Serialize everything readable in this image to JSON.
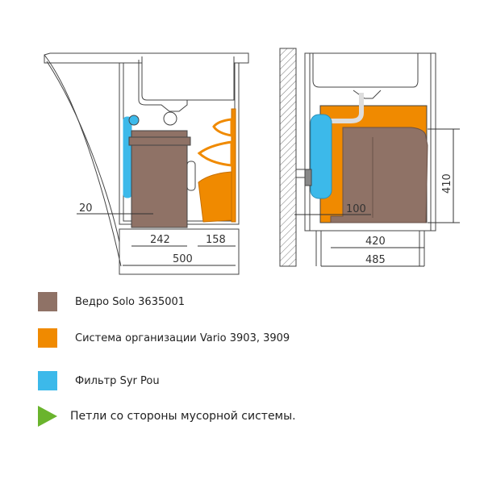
{
  "colors": {
    "bin": "#8f7266",
    "vario": "#f08a00",
    "filter": "#3cb9ea",
    "hinge": "#6ab42d"
  },
  "left_drawing": {
    "dimensions": {
      "offset": "20",
      "bin_width": "242",
      "vario_width": "158",
      "total_width": "500"
    }
  },
  "right_drawing": {
    "dimensions": {
      "offset": "100",
      "bin_depth": "420",
      "total_depth": "485",
      "bin_height": "410"
    }
  },
  "legend": [
    {
      "label": "Ведро Solo 3635001",
      "icon": "brown-square"
    },
    {
      "label": "Система организации Vario 3903, 3909",
      "icon": "orange-square"
    },
    {
      "label": "Фильтр Syr Pou",
      "icon": "blue-square"
    },
    {
      "label": "Петли со стороны мусорной системы.",
      "icon": "green-triangle"
    }
  ]
}
